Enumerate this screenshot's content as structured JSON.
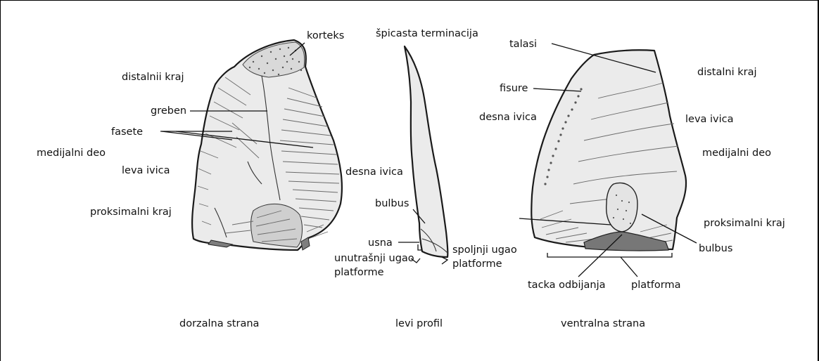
{
  "labels": {
    "korteks": "korteks",
    "distalni_kraj_left": "distalnii kraj",
    "greben": "greben",
    "fasete": "fasete",
    "medijalni_deo_left": "medijalni deo",
    "leva_ivica_left": "leva ivica",
    "proksimalni_kraj_left": "proksimalni kraj",
    "desna_ivica_left": "desna ivica",
    "spicasta_terminacija": "špicasta terminacija",
    "bulbus_mid": "bulbus",
    "usna": "usna",
    "unutrasnji_ugao_line1": "unutrašnji ugao",
    "unutrasnji_ugao_line2": "platforme",
    "spoljnji_ugao_line1": "spoljnji ugao",
    "spoljnji_ugao_line2": "platforme",
    "talasi": "talasi",
    "fisure": "fisure",
    "desna_ivica_right": "desna ivica",
    "distalni_kraj_right": "distalni kraj",
    "leva_ivica_right": "leva ivica",
    "medijalni_deo_right": "medijalni deo",
    "proksimalni_kraj_right": "proksimalni kraj",
    "bulbus_right": "bulbus",
    "tacka_odbijanja": "tacka odbijanja",
    "platforma": "platforma"
  },
  "captions": {
    "dorsal": "dorzalna strana",
    "profile": "levi profil",
    "ventral": "ventralna strana"
  }
}
